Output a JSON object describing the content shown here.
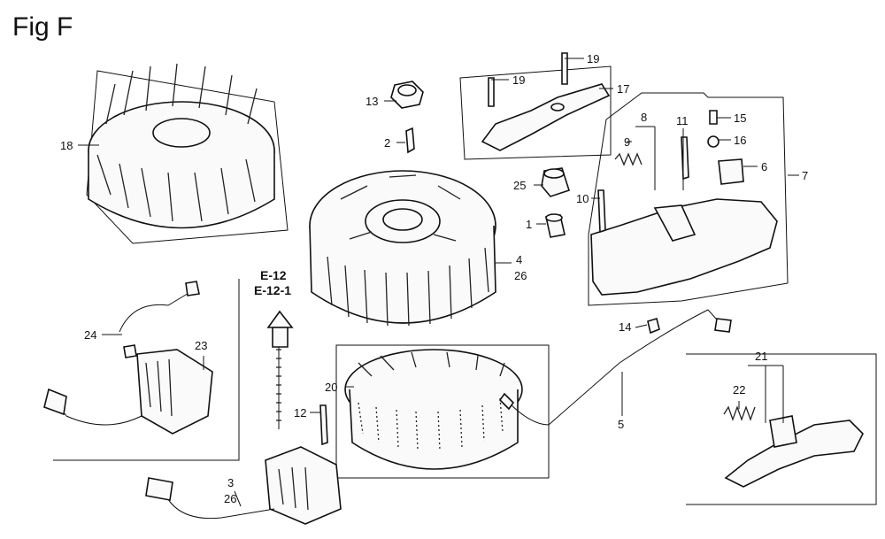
{
  "figure": {
    "title": "Fig F"
  },
  "reference": {
    "line1": "E-12",
    "line2": "E-12-1"
  },
  "callouts": {
    "c1": "1",
    "c2": "2",
    "c3": "3",
    "c3b": "26",
    "c4": "4",
    "c4b": "26",
    "c5": "5",
    "c6": "6",
    "c7": "7",
    "c8": "8",
    "c9": "9",
    "c10": "10",
    "c11": "11",
    "c12": "12",
    "c13": "13",
    "c14": "14",
    "c15": "15",
    "c16": "16",
    "c17": "17",
    "c18": "18",
    "c19a": "19",
    "c19b": "19",
    "c20": "20",
    "c21": "21",
    "c22": "22",
    "c23": "23",
    "c24": "24",
    "c25": "25"
  }
}
